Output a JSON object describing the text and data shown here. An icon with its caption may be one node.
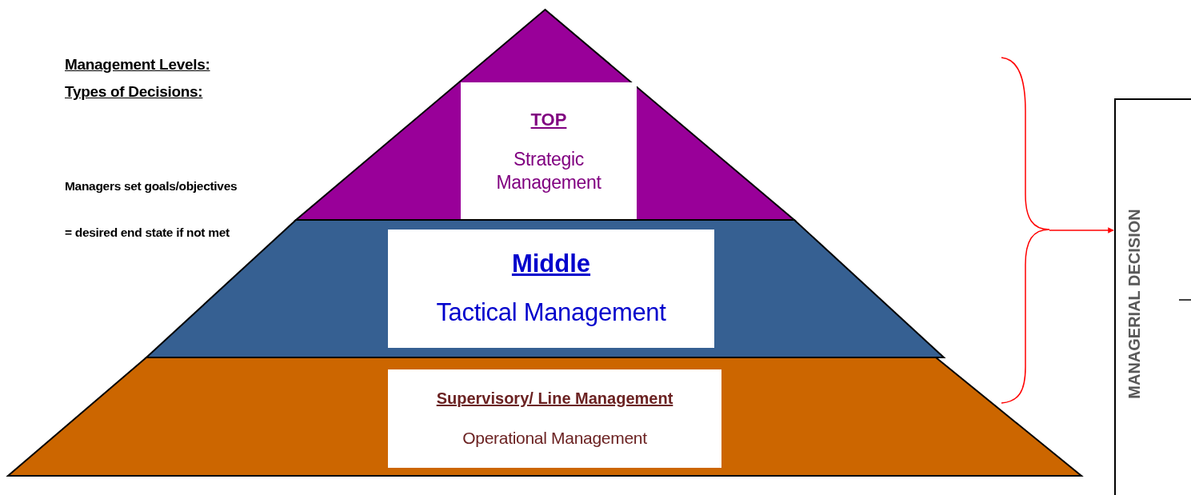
{
  "diagram": {
    "nodes": [
      {
        "text": [],
        "shape": "triangle"
      },
      {
        "text": [
          "TOP",
          "Strategic Management"
        ],
        "in": 0
      },
      {
        "text": [],
        "shape": "trapezoid"
      },
      {
        "text": [
          "Middle",
          "Tactical Management"
        ],
        "in": 2
      },
      {
        "text": [],
        "shape": "trapezoid"
      },
      {
        "text": [
          "Supervisory/ Line Management",
          "Operational Management"
        ],
        "in": 4
      },
      {
        "text": [],
        "shape": "bracket"
      },
      {
        "text": [
          "MANAGERIAL DECISION"
        ]
      }
    ],
    "edges": [
      {
        "from": 6,
        "to": 7,
        "arrow": "to",
        "color": "#ff0000"
      }
    ],
    "labels": [
      "Management Levels:",
      "Types of Decisions:",
      "Managers set goals/objectives",
      "= desired end state if not met"
    ]
  }
}
